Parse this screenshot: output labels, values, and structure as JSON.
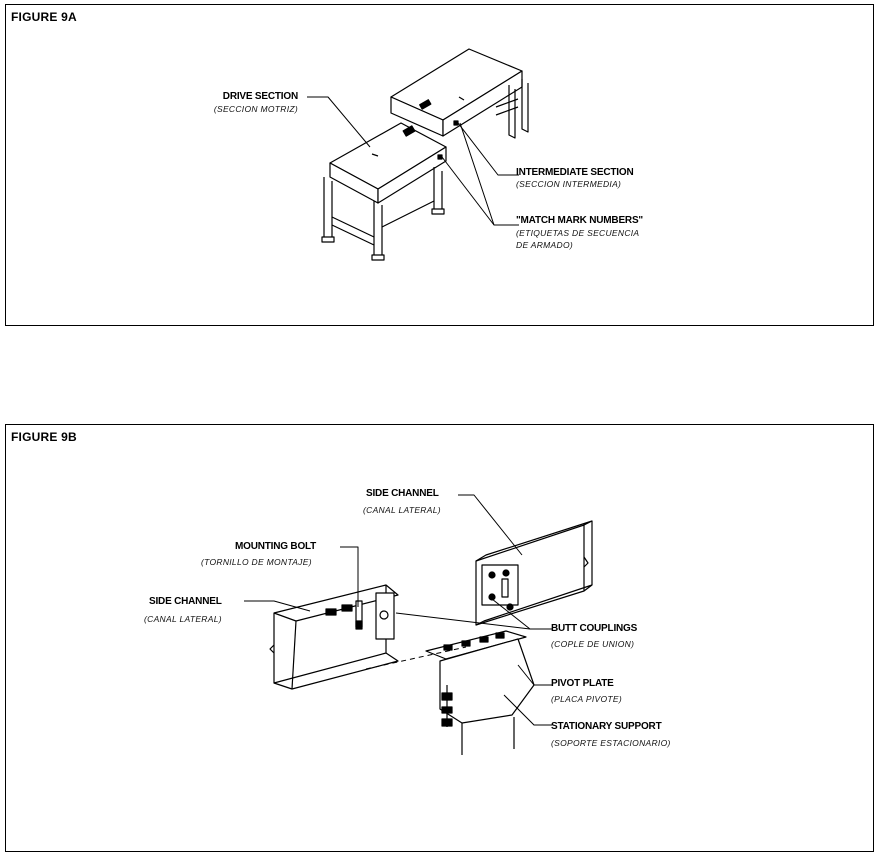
{
  "figure_a": {
    "title": "FIGURE 9A",
    "labels": {
      "drive_section": "DRIVE SECTION",
      "drive_section_es": "(SECCION MOTRIZ)",
      "intermediate_section": "INTERMEDIATE SECTION",
      "intermediate_section_es": "(SECCION INTERMEDIA)",
      "match_mark": "\"MATCH MARK NUMBERS\"",
      "match_mark_es_1": "(ETIQUETAS DE SECUENCIA",
      "match_mark_es_2": "DE ARMADO)"
    }
  },
  "figure_b": {
    "title": "FIGURE 9B",
    "labels": {
      "side_channel_top": "SIDE CHANNEL",
      "side_channel_top_es": "(CANAL LATERAL)",
      "mounting_bolt": "MOUNTING BOLT",
      "mounting_bolt_es": "(TORNILLO DE MONTAJE)",
      "side_channel_left": "SIDE CHANNEL",
      "side_channel_left_es": "(CANAL LATERAL)",
      "butt_couplings": "BUTT COUPLINGS",
      "butt_couplings_es": "(COPLE DE UNION)",
      "pivot_plate": "PIVOT PLATE",
      "pivot_plate_es": "(PLACA PIVOTE)",
      "stationary_support": "STATIONARY SUPPORT",
      "stationary_support_es": "(SOPORTE ESTACIONARIO)"
    }
  }
}
